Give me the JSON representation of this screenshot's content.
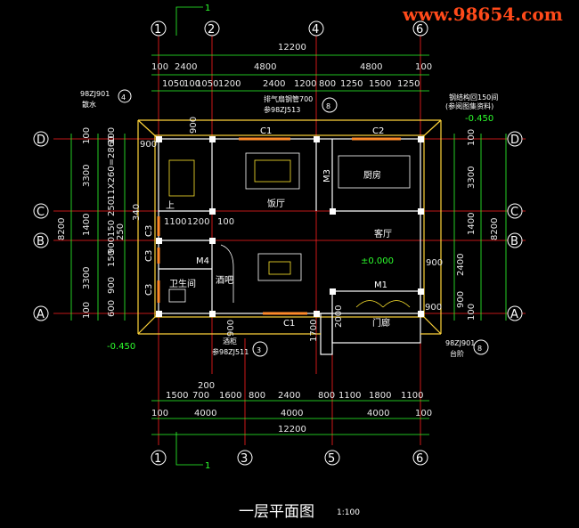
{
  "watermark": "www.98654.com",
  "title": "一层平面图",
  "scale": "1:100",
  "axes_top": [
    "1",
    "2",
    "4",
    "6"
  ],
  "axes_bottom": [
    "1",
    "3",
    "5",
    "6"
  ],
  "axes_left": [
    "D",
    "C",
    "B",
    "A"
  ],
  "axes_right": [
    "D",
    "C",
    "B",
    "A"
  ],
  "section_mark": "1",
  "dims": {
    "top_total": "12200",
    "top_row1": [
      "100",
      "2400",
      "4800",
      "4800",
      "100"
    ],
    "top_row2": [
      "1050",
      "100",
      "1050",
      "1200",
      "2400",
      "1200",
      "800",
      "1250",
      "1500",
      "1250"
    ],
    "bottom_row1": [
      "1500",
      "700",
      "1600",
      "800",
      "2400",
      "800",
      "1100",
      "1800",
      "1100"
    ],
    "bottom_200": "200",
    "bottom_row2": [
      "100",
      "4000",
      "4000",
      "4000",
      "100"
    ],
    "bottom_total": "12200",
    "left_outer": [
      "100",
      "3300",
      "1400",
      "3300",
      "100"
    ],
    "left_total": "8200",
    "left_inner": [
      "100",
      "11X260=2860",
      "250",
      "340",
      "150",
      "900",
      "250",
      "150",
      "900",
      "600"
    ],
    "right_outer": [
      "100",
      "3300",
      "1400",
      "2400",
      "900",
      "100"
    ],
    "right_total": "8200",
    "inner_misc": [
      "900",
      "900",
      "1100",
      "1200",
      "100",
      "900",
      "900",
      "2000",
      "1700",
      "900"
    ]
  },
  "rooms": {
    "dining": "饭厅",
    "kitchen": "厨房",
    "living": "客厅",
    "bath": "卫生间",
    "bar": "酒吧",
    "porch": "门廊"
  },
  "labels": {
    "c1_top": "C1",
    "c2": "C2",
    "c1_bottom": "C1",
    "c3a": "C3",
    "c3b": "C3",
    "c3c": "C3",
    "m1": "M1",
    "m3": "M3",
    "m4": "M4",
    "up": "上",
    "elev": "±0.000",
    "elev_out_right": "-0.450",
    "elev_out_left": "-0.450"
  },
  "notes": {
    "scatter_ref": "98ZJ901",
    "scatter": "散水",
    "flue_1": "排气扇钢管700",
    "flue_2": "参98ZJ513",
    "top_right_1": "钢结构回150间",
    "top_right_2": "(参阅图集资料)",
    "niche": "酒柜",
    "niche_ref": "参98ZJ511",
    "step_ref": "98ZJ901",
    "steps": "台阶",
    "bubble_4": "4",
    "bubble_8": "8",
    "bubble_3": "3"
  }
}
